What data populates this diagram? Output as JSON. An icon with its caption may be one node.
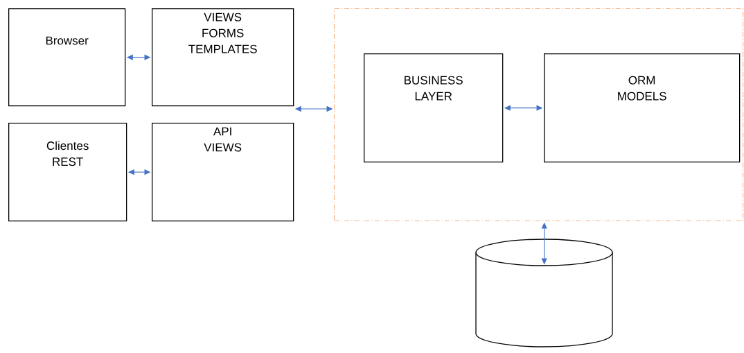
{
  "diagram": {
    "nodes": [
      {
        "text": [
          "Browser"
        ]
      },
      {
        "text": [
          "VIEWS FORMS TEMPLATES"
        ]
      },
      {
        "text": [
          "Clientes REST"
        ]
      },
      {
        "text": [
          "API VIEWS"
        ]
      },
      {
        "text": [],
        "shape": "box"
      },
      {
        "text": [
          "BUSINESS LAYER"
        ],
        "in": 4
      },
      {
        "text": [
          "ORM MODELS"
        ],
        "in": 4
      },
      {
        "text": [],
        "shape": "cylinder"
      }
    ],
    "edges": [
      {
        "from": 0,
        "to": 1,
        "arrow": "both"
      },
      {
        "from": 2,
        "to": 3,
        "arrow": "both"
      },
      {
        "from": 1,
        "to": 4,
        "arrow": "both"
      },
      {
        "from": 5,
        "to": 6,
        "arrow": "both"
      },
      {
        "from": 4,
        "to": 7,
        "arrow": "both"
      }
    ]
  }
}
